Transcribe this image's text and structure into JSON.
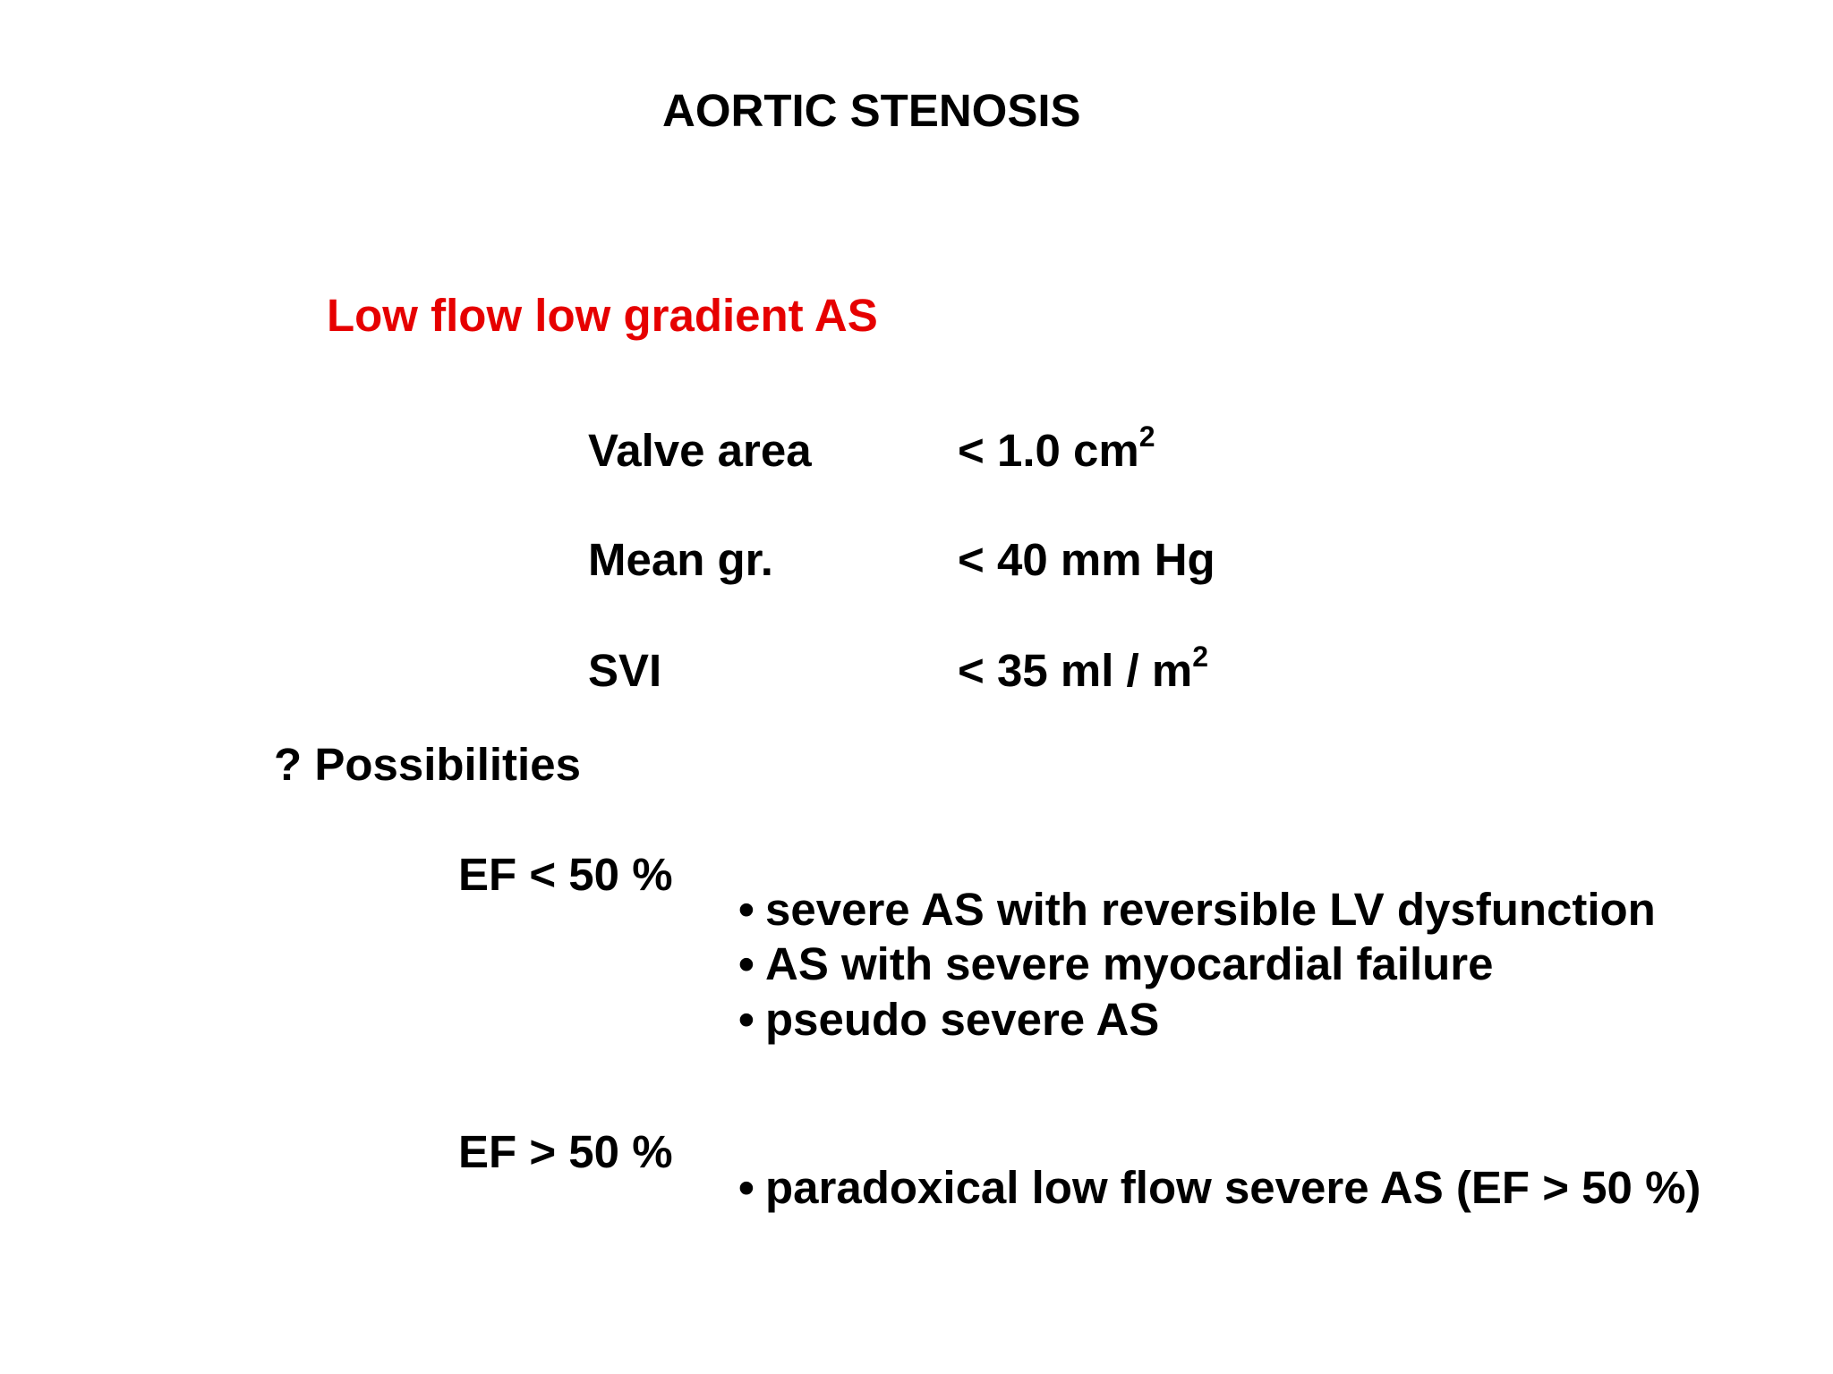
{
  "slide": {
    "title": "AORTIC STENOSIS",
    "subtitle": "Low flow low gradient  AS",
    "colors": {
      "subtitle": "#e60000",
      "text": "#000000",
      "background": "#ffffff"
    },
    "parameters": [
      {
        "label": "Valve area",
        "value": "< 1.0 cm",
        "exponent": "2"
      },
      {
        "label": "Mean gr.",
        "value": "< 40 mm Hg",
        "exponent": ""
      },
      {
        "label": "SVI",
        "value": "< 35 ml / m",
        "exponent": "2"
      }
    ],
    "possibilities_heading": "? Possibilities",
    "groups": [
      {
        "label": "EF < 50 %",
        "bullets": [
          "severe AS with reversible LV dysfunction",
          "AS with severe myocardial failure",
          "pseudo severe AS"
        ]
      },
      {
        "label": "EF > 50 %",
        "bullets": [
          "paradoxical low flow severe AS (EF > 50 %)"
        ]
      }
    ],
    "bullet_glyph": "•"
  }
}
